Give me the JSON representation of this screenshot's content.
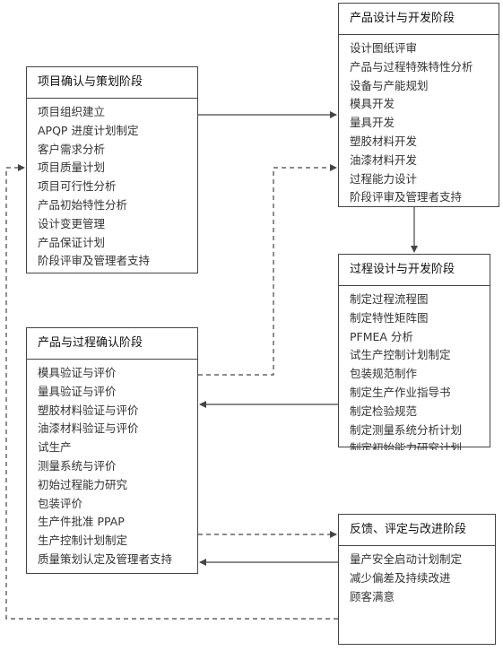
{
  "stages": {
    "planning": {
      "title": "项目确认与策划阶段",
      "items": [
        "项目组织建立",
        "APQP 进度计划制定",
        "客户需求分析",
        "项目质量计划",
        "项目可行性分析",
        "产品初始特性分析",
        "设计变更管理",
        "产品保证计划",
        "阶段评审及管理者支持"
      ]
    },
    "product_design": {
      "title": "产品设计与开发阶段",
      "items": [
        "设计图纸评审",
        "产品与过程特殊特性分析",
        "设备与产能规划",
        "模具开发",
        "量具开发",
        "塑胶材料开发",
        "油漆材料开发",
        "过程能力设计",
        "阶段评审及管理者支持"
      ]
    },
    "process_design": {
      "title": "过程设计与开发阶段",
      "items": [
        "制定过程流程图",
        "制定特性矩阵图",
        "PFMEA 分析",
        "试生产控制计划制定",
        "包装规范制作",
        "制定生产作业指导书",
        "制定检验规范",
        "制定测量系统分析计划",
        "制定初始能力研究计划"
      ]
    },
    "validation": {
      "title": "产品与过程确认阶段",
      "items": [
        "模具验证与评价",
        "量具验证与评价",
        "塑胶材料验证与评价",
        "油漆材料验证与评价",
        "试生产",
        "测量系统与评价",
        "初始过程能力研究",
        "包装评价",
        "生产件批准 PPAP",
        "生产控制计划制定",
        "质量策划认定及管理者支持"
      ]
    },
    "feedback": {
      "title": "反馈、评定与改进阶段",
      "items": [
        "量产安全启动计划制定",
        "减少偏差及持续改进",
        "顾客满意"
      ]
    }
  },
  "colors": {
    "line": "#444444",
    "border": "#444444"
  }
}
